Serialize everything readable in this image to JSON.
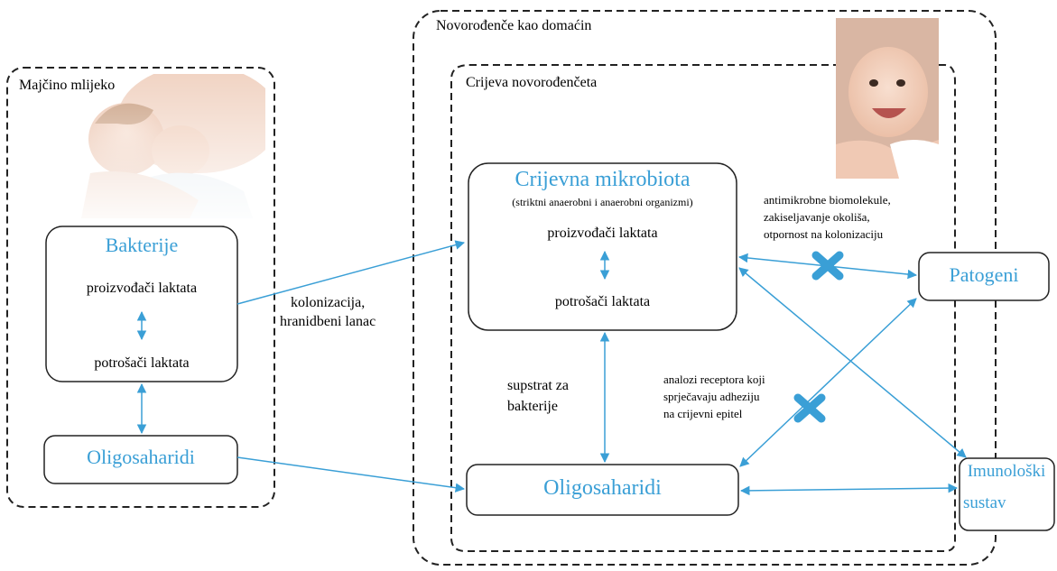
{
  "colors": {
    "accent": "#3a9fd6",
    "line": "#222222",
    "block_mark": "#3a9fd6"
  },
  "regions": {
    "maternal_milk": "Majčino mlijeko",
    "newborn_host": "Novorođenče kao domaćin",
    "newborn_gut": "Crijeva novorođenčeta"
  },
  "milk": {
    "bacteria_title": "Bakterije",
    "producers": "proizvođači laktata",
    "consumers": "potrošači laktata",
    "oligo_title": "Oligosaharidi"
  },
  "gut": {
    "microbiota_title": "Crijevna mikrobiota",
    "microbiota_sub": "(striktni anaerobni i anaerobni organizmi)",
    "producers": "proizvođači laktata",
    "consumers": "potrošači laktata",
    "oligo_title": "Oligosaharidi"
  },
  "outside": {
    "pathogens": "Patogeni",
    "immune_line1": "Imunološki",
    "immune_line2": "sustav"
  },
  "annotations": {
    "colonization_line1": "kolonizacija,",
    "colonization_line2": "hranidbeni lanac",
    "substrate_line1": "supstrat za",
    "substrate_line2": "bakterije",
    "antimicrobial_line1": "antimikrobne biomolekule,",
    "antimicrobial_line2": "zakiseljavanje okoliša,",
    "antimicrobial_line3": "otpornost na kolonizaciju",
    "receptor_line1": "analozi receptora koji",
    "receptor_line2": "sprječavaju adheziju",
    "receptor_line3": "na crijevni epitel"
  },
  "icons": {
    "breastfeeding_photo": "breastfeeding-photo",
    "baby_photo": "smiling-baby-photo",
    "block_mark": "blue-x-block-icon"
  }
}
